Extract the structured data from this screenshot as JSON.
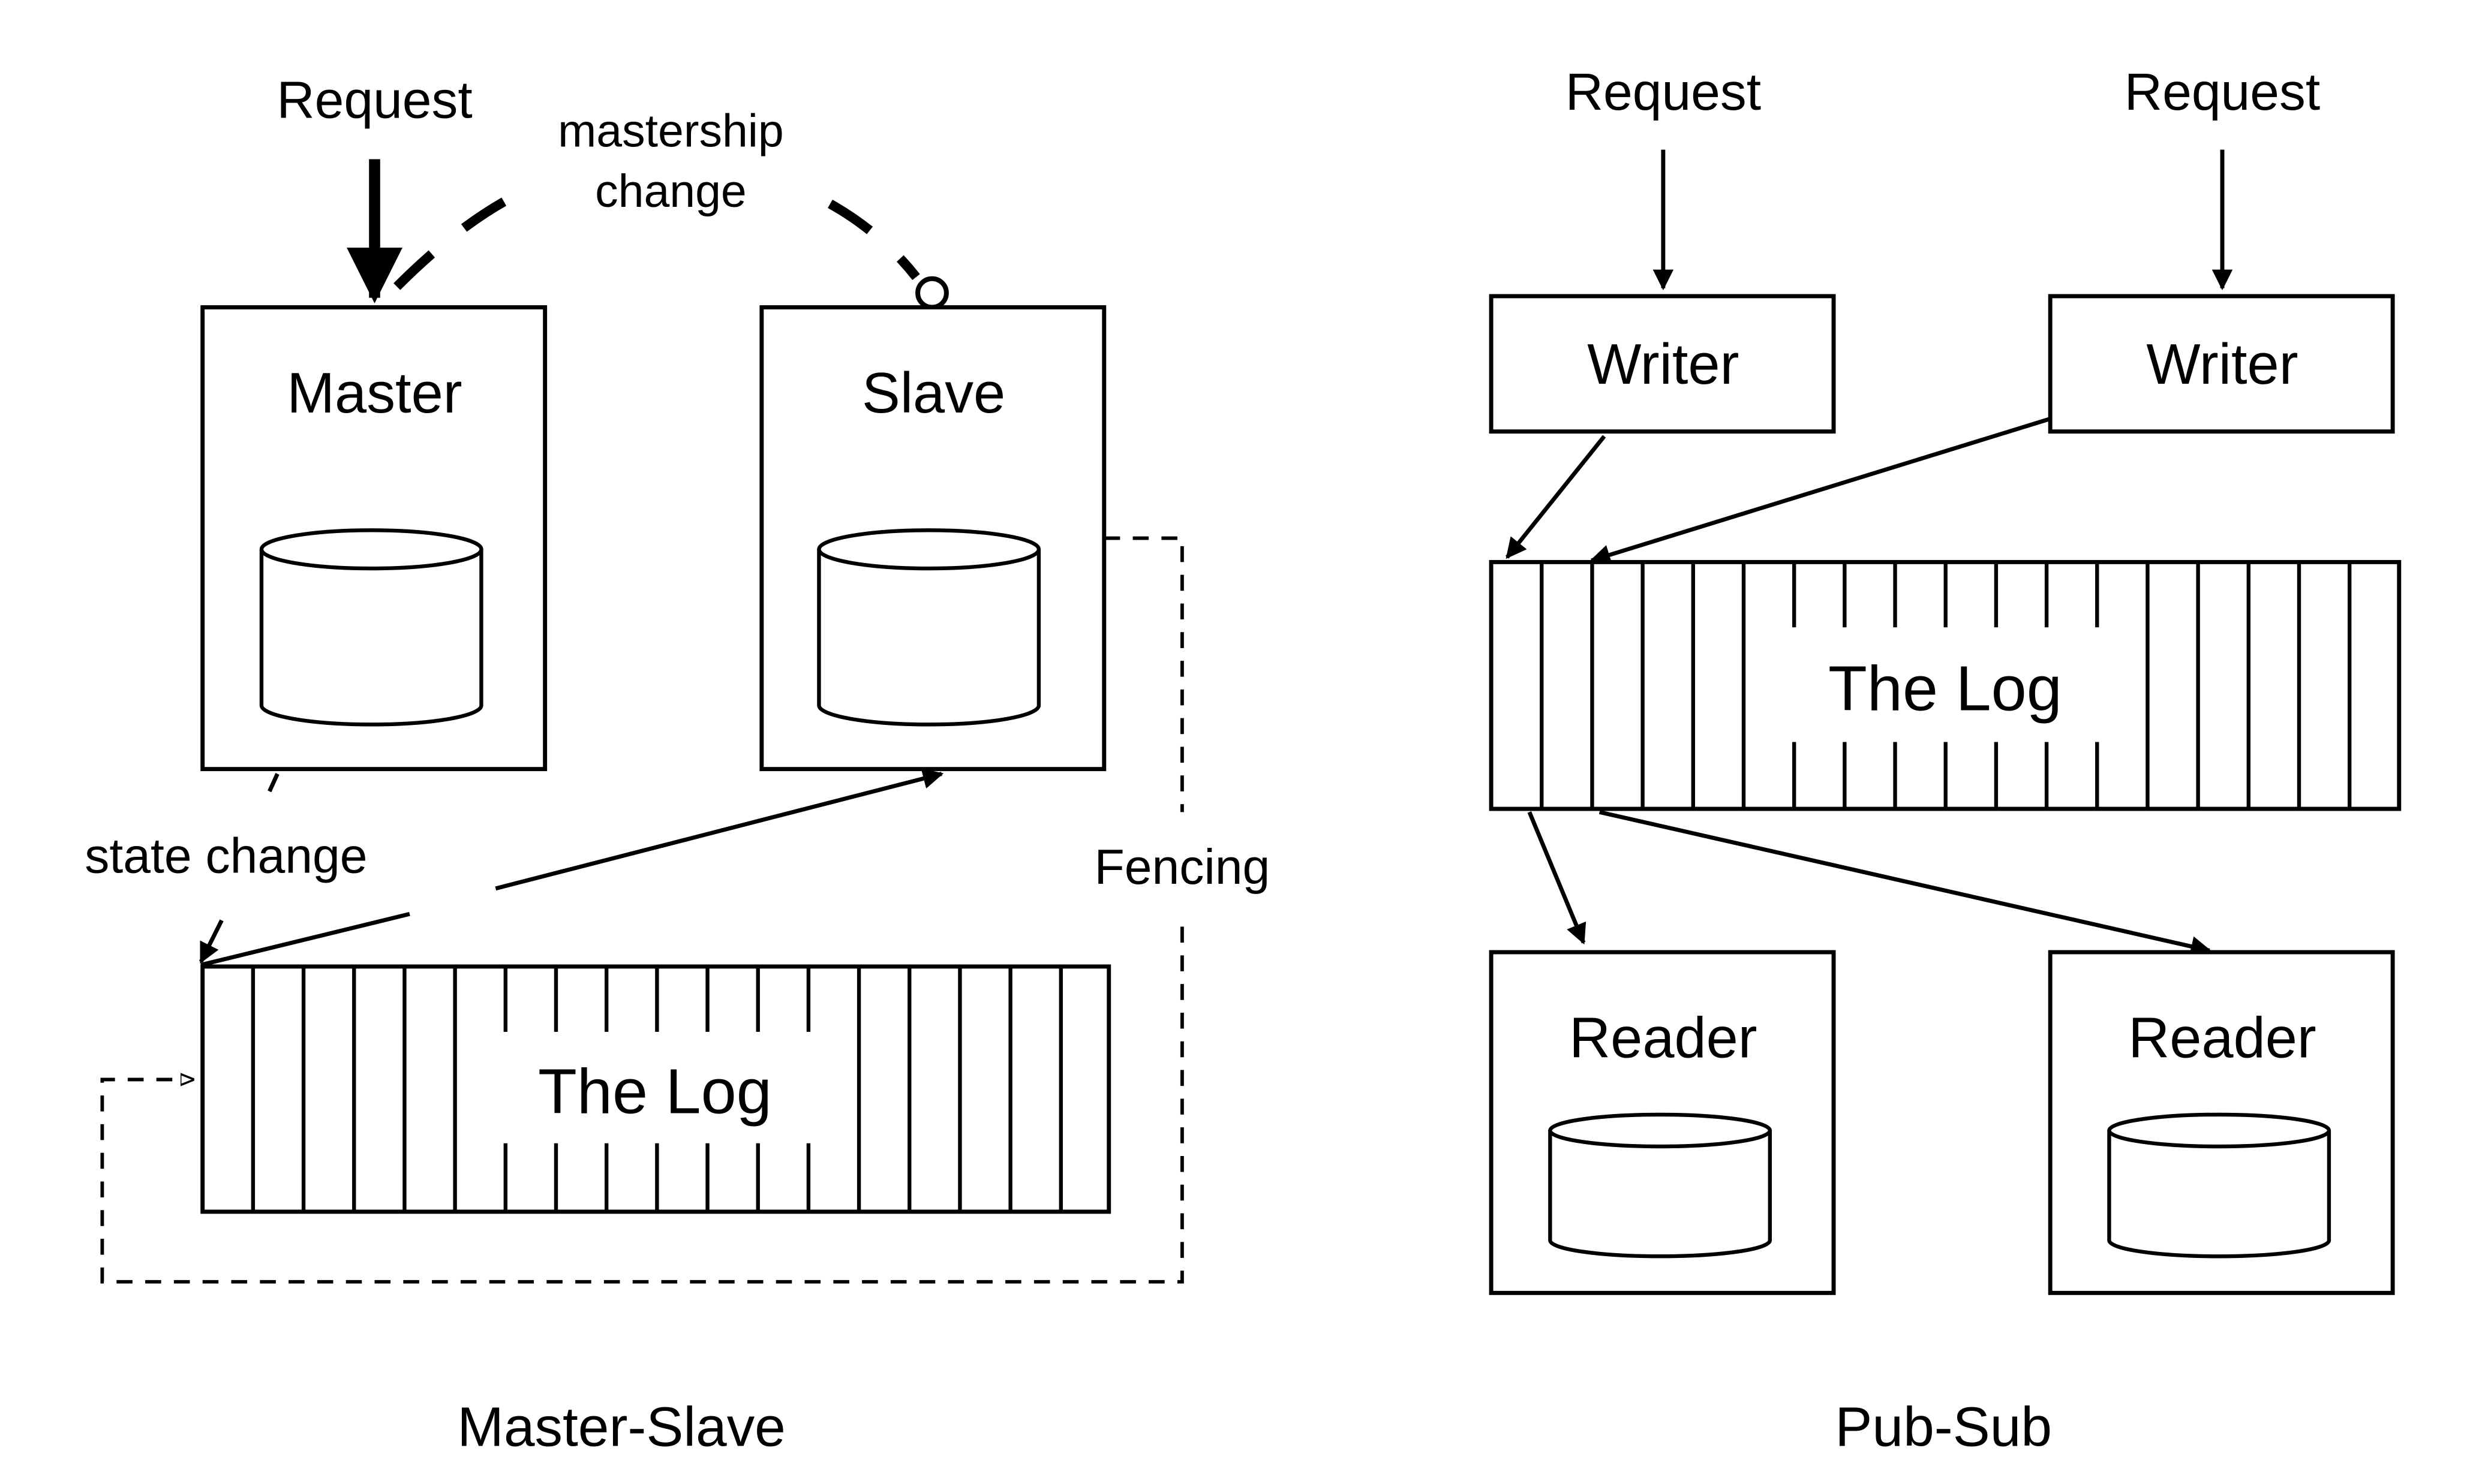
{
  "master_slave": {
    "caption": "Master-Slave",
    "request_label": "Request",
    "master_label": "Master",
    "slave_label": "Slave",
    "mastership_change_line1": "mastership",
    "mastership_change_line2": "change",
    "state_change_label": "state change",
    "fencing_label": "Fencing",
    "log_label": "The Log"
  },
  "pub_sub": {
    "caption": "Pub-Sub",
    "request_left_label": "Request",
    "request_right_label": "Request",
    "writer_left_label": "Writer",
    "writer_right_label": "Writer",
    "log_label": "The Log",
    "reader_left_label": "Reader",
    "reader_right_label": "Reader"
  }
}
